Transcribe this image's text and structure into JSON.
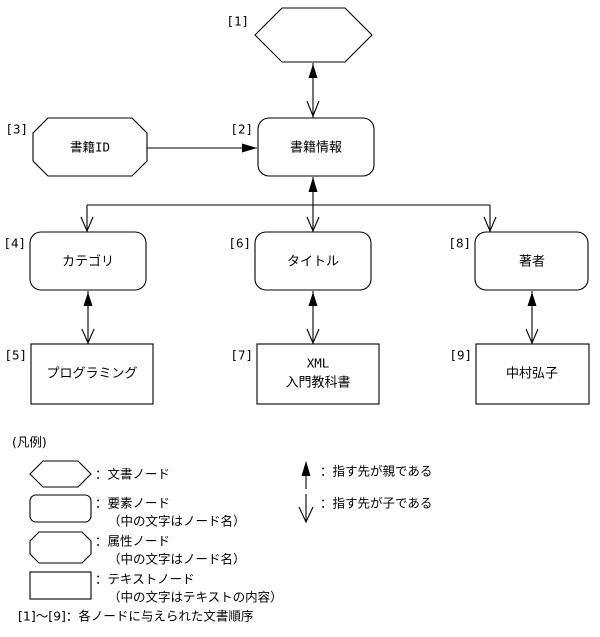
{
  "diagram": {
    "type": "dom-tree",
    "background_color": "#ffffff",
    "line_color": "#000000",
    "nodes": [
      {
        "order": "[1]",
        "shape": "hexagon",
        "kind": "document-node",
        "label": ""
      },
      {
        "order": "[2]",
        "shape": "rounded-rect",
        "kind": "element-node",
        "label": "書籍情報"
      },
      {
        "order": "[3]",
        "shape": "octagon",
        "kind": "attribute-node",
        "label": "書籍ID"
      },
      {
        "order": "[4]",
        "shape": "rounded-rect",
        "kind": "element-node",
        "label": "カテゴリ"
      },
      {
        "order": "[5]",
        "shape": "rect",
        "kind": "text-node",
        "label": "プログラミング"
      },
      {
        "order": "[6]",
        "shape": "rounded-rect",
        "kind": "element-node",
        "label": "タイトル"
      },
      {
        "order": "[7]",
        "shape": "rect",
        "kind": "text-node",
        "label_line1": "XML",
        "label_line2": "入門教科書"
      },
      {
        "order": "[8]",
        "shape": "rounded-rect",
        "kind": "element-node",
        "label": "著者"
      },
      {
        "order": "[9]",
        "shape": "rect",
        "kind": "text-node",
        "label": "中村弘子"
      }
    ]
  },
  "legend": {
    "title": "(凡例)",
    "shape_entries": [
      {
        "shape": "hexagon",
        "text": "：文書ノード",
        "subtext": ""
      },
      {
        "shape": "rounded-rect",
        "text": "：要素ノード",
        "subtext": "（中の文字はノード名）"
      },
      {
        "shape": "octagon",
        "text": "：属性ノード",
        "subtext": "（中の文字はノード名）"
      },
      {
        "shape": "rect",
        "text": "：テキストノード",
        "subtext": "（中の文字はテキストの内容）"
      }
    ],
    "arrow_entries": [
      {
        "arrow": "up-solid-head",
        "text": "：指す先が親である"
      },
      {
        "arrow": "down-open-head",
        "text": "：指す先が子である"
      }
    ],
    "order_note": "[1]〜[9]：各ノードに与えられた文書順序"
  }
}
